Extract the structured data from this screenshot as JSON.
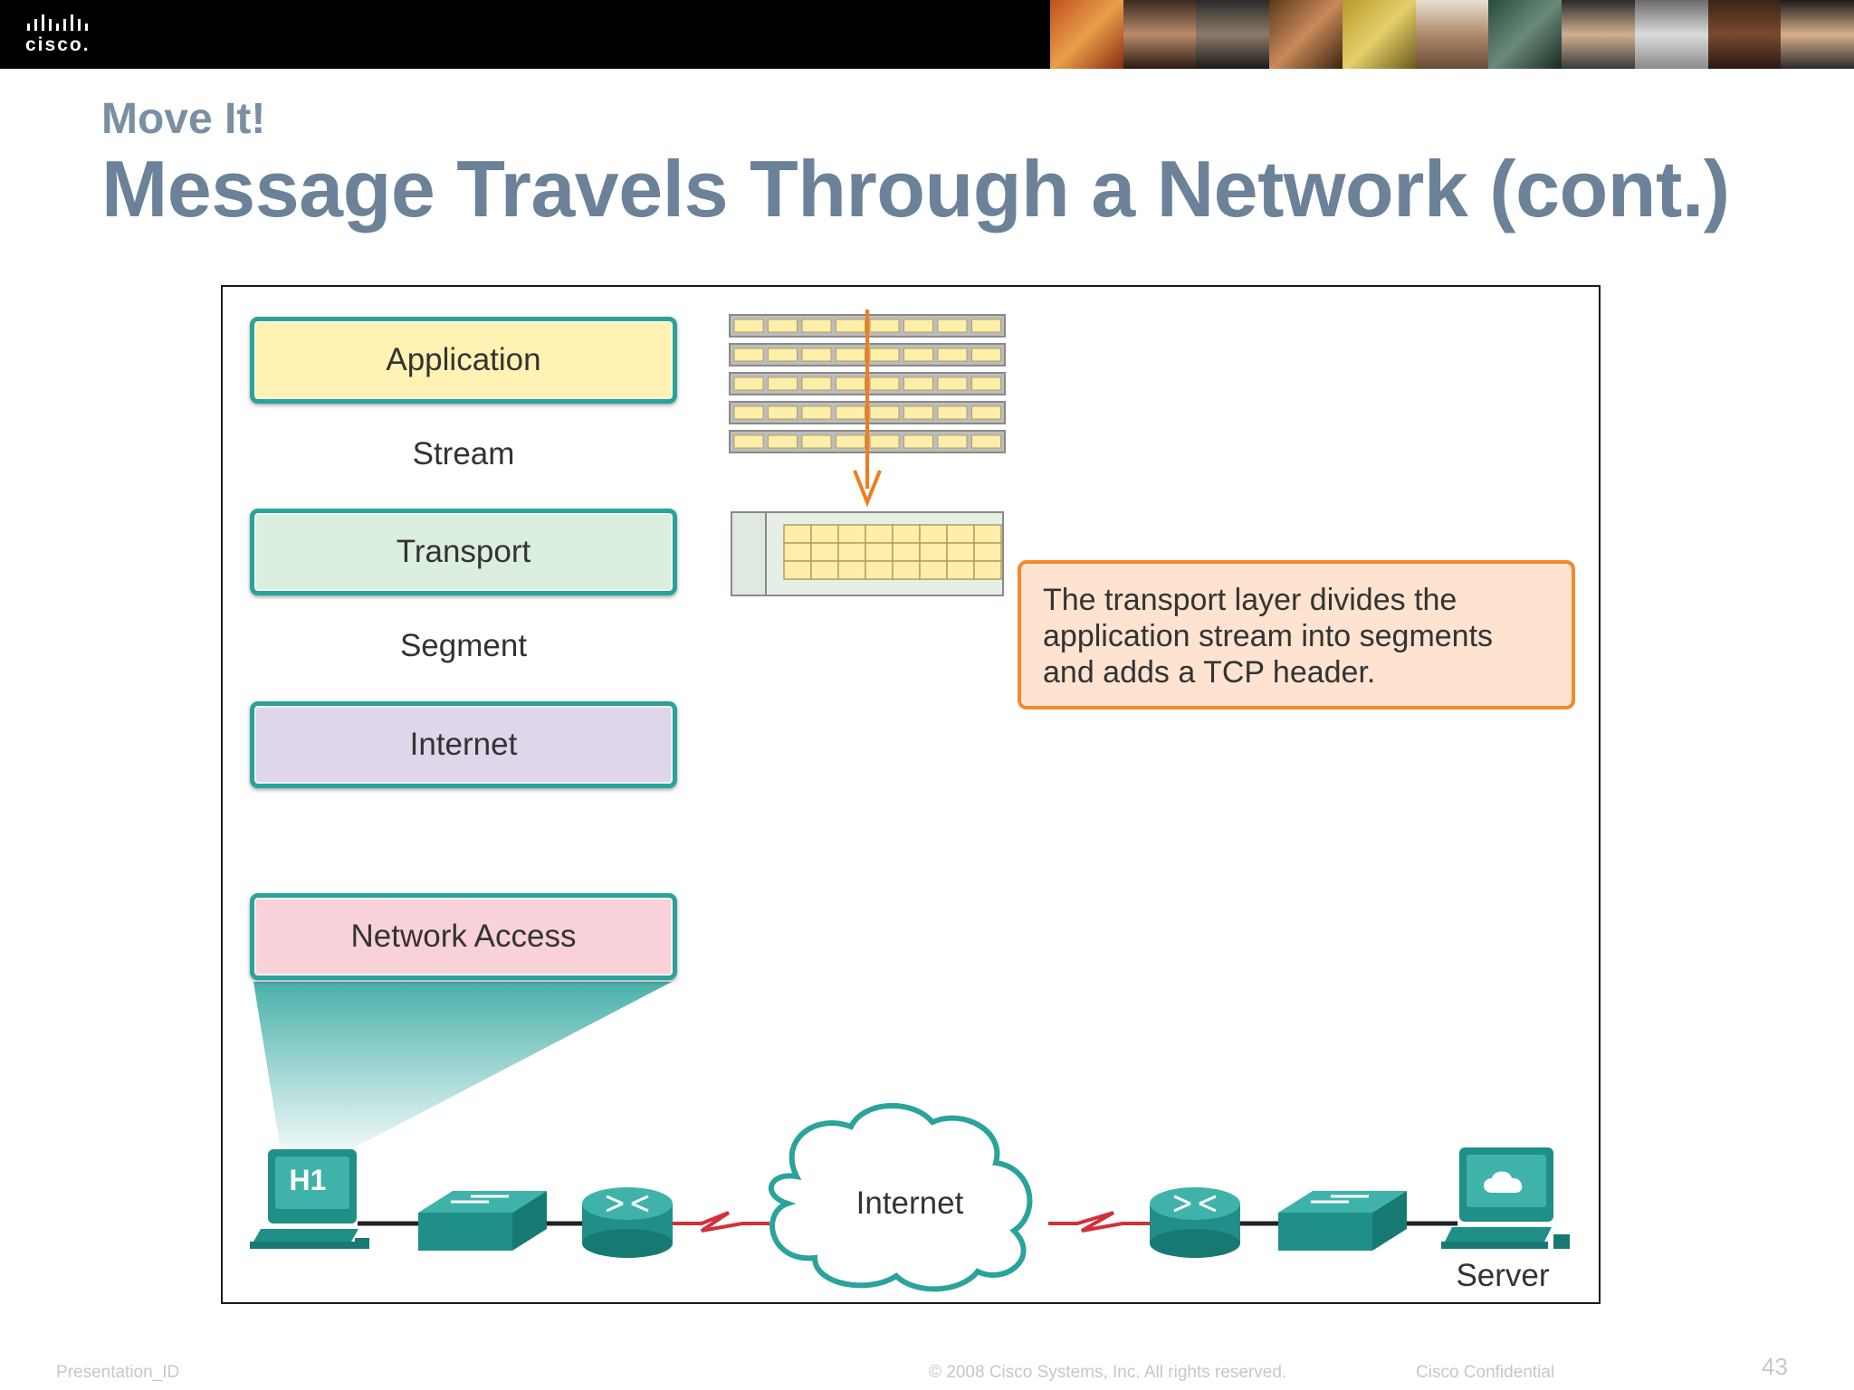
{
  "header": {
    "logo_text": "cisco."
  },
  "slide": {
    "subtitle": "Move It!",
    "title": "Message Travels Through a Network (cont.)"
  },
  "diagram": {
    "layers": [
      {
        "label": "Application",
        "color": "#fff2b3"
      },
      {
        "label": "Transport",
        "color": "#dcefdf"
      },
      {
        "label": "Internet",
        "color": "#e0d6ea"
      },
      {
        "label": "Network Access",
        "color": "#f8d2d8"
      }
    ],
    "pdu_labels": [
      "Stream",
      "Segment"
    ],
    "callout": "The transport layer divides the application stream into segments and adds a TCP header.",
    "host_label": "H1",
    "cloud_label": "Internet",
    "server_label": "Server",
    "colors": {
      "teal": "#2aa39b",
      "arrow": "#f07d1e",
      "wan_link": "#d32f3a"
    }
  },
  "footer": {
    "presentation_id": "Presentation_ID",
    "copyright": "© 2008 Cisco Systems, Inc. All rights reserved.",
    "confidential": "Cisco Confidential",
    "page": "43"
  }
}
